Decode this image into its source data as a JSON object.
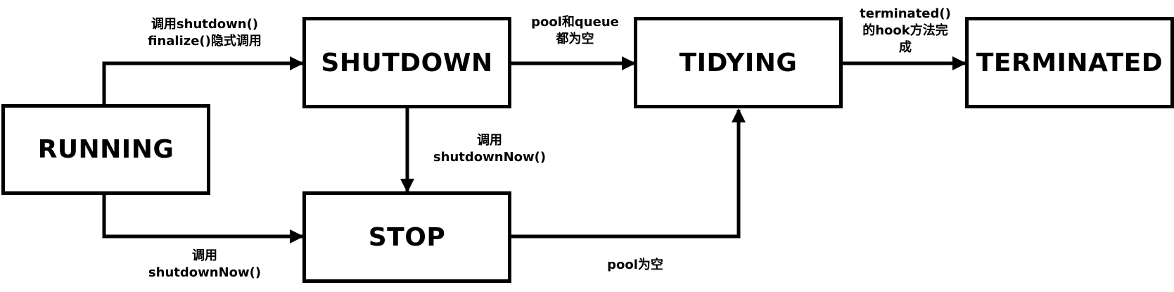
{
  "states": {
    "running": "RUNNING",
    "shutdown": "SHUTDOWN",
    "stop": "STOP",
    "tidying": "TIDYING",
    "terminated": "TERMINATED"
  },
  "transitions": {
    "running_to_shutdown": "调用shutdown()\nfinalize()隐式调用",
    "running_to_stop": "调用\nshutdownNow()",
    "shutdown_to_stop": "调用\nshutdownNow()",
    "shutdown_to_tidying": "pool和queue\n都为空",
    "stop_to_tidying": "pool为空",
    "tidying_to_terminated": "terminated()\n的hook方法完\n成"
  }
}
